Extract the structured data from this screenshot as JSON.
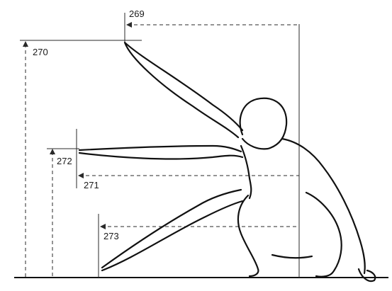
{
  "labels": {
    "d269": "269",
    "d270": "270",
    "d271": "271",
    "d272": "272",
    "d273": "273"
  },
  "colors": {
    "line": "#111111",
    "dimension": "#2a2a2a",
    "background": "#ffffff"
  }
}
